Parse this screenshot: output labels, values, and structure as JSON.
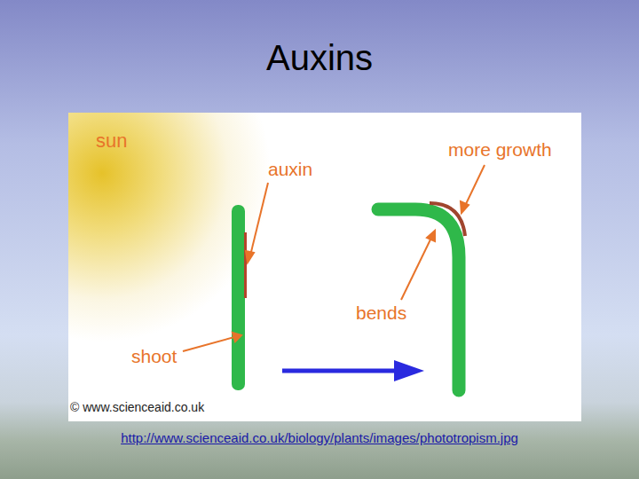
{
  "diagram": {
    "title": "Auxins",
    "caption": "http://www.scienceaid.co.uk/biology/plants/images/phototropism.jpg",
    "labels": [
      "sun",
      "auxin",
      "more growth",
      "shoot",
      "bends",
      "© www.scienceaid.co.uk"
    ]
  }
}
